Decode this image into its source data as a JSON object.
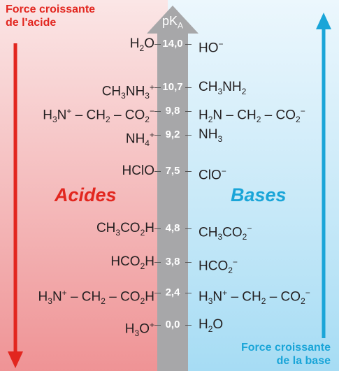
{
  "labels": {
    "pka_title_main": "pK",
    "pka_title_sub": "A",
    "acid_arrow_line1": "Force croissante",
    "acid_arrow_line2": "de l'acide",
    "base_arrow_line1": "Force croissante",
    "base_arrow_line2": "de la base",
    "acids_title": "Acides",
    "bases_title": "Bases"
  },
  "colors": {
    "acid_red": "#e2261f",
    "base_blue": "#1aa5d8",
    "scale_gray": "#a7a7a9"
  },
  "pairs": [
    {
      "acid": "H<sub>2</sub>O",
      "pka": "14,0",
      "base": "HO<sup>−</sup>"
    },
    {
      "acid": "CH<sub>3</sub>NH<sub>3</sub><sup>+</sup>",
      "pka": "10,7",
      "base": "CH<sub>3</sub>NH<sub>2</sub>"
    },
    {
      "acid": "H<sub>3</sub>N<sup>+</sup> – CH<sub>2</sub> – CO<sub>2</sub><sup>−</sup>",
      "pka": "9,8",
      "base": "H<sub>2</sub>N – CH<sub>2</sub> – CO<sub>2</sub><sup>−</sup>"
    },
    {
      "acid": "NH<sub>4</sub><sup>+</sup>",
      "pka": "9,2",
      "base": "NH<sub>3</sub>"
    },
    {
      "acid": "HClO",
      "pka": "7,5",
      "base": "ClO<sup>−</sup>"
    },
    {
      "acid": "CH<sub>3</sub>CO<sub>2</sub>H",
      "pka": "4,8",
      "base": "CH<sub>3</sub>CO<sub>2</sub><sup>−</sup>"
    },
    {
      "acid": "HCO<sub>2</sub>H",
      "pka": "3,8",
      "base": "HCO<sub>2</sub><sup>−</sup>"
    },
    {
      "acid": "H<sub>3</sub>N<sup>+</sup> – CH<sub>2</sub> – CO<sub>2</sub>H",
      "pka": "2,4",
      "base": "H<sub>3</sub>N<sup>+</sup> – CH<sub>2</sub> – CO<sub>2</sub><sup>−</sup>"
    },
    {
      "acid": "H<sub>3</sub>O<sup>+</sup>",
      "pka": "0,0",
      "base": "H<sub>2</sub>O"
    }
  ]
}
